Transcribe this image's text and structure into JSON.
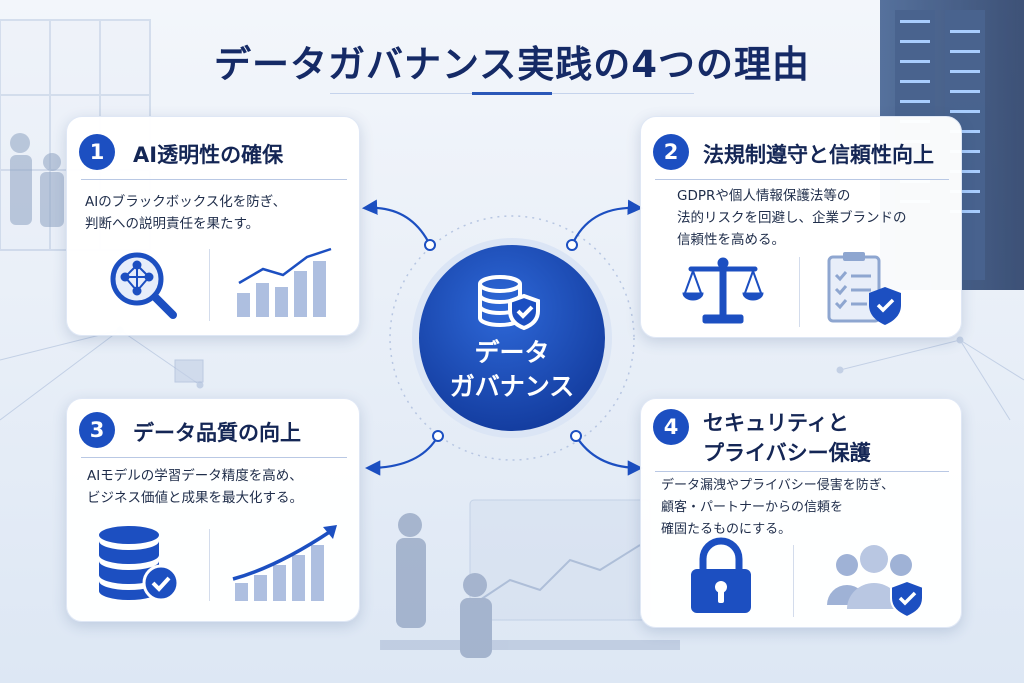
{
  "title": "データガバナンス実践の4つの理由",
  "center": {
    "line1": "データ",
    "line2": "ガバナンス"
  },
  "cards": [
    {
      "number": "1",
      "title": "AI透明性の確保",
      "desc": [
        "AIのブラックボックス化を防ぎ、",
        "判断への説明責任を果たす。"
      ]
    },
    {
      "number": "2",
      "title": "法規制遵守と信頼性向上",
      "desc": [
        "GDPRや個人情報保護法等の",
        "法的リスクを回避し、企業ブランドの",
        "信頼性を高める。"
      ]
    },
    {
      "number": "3",
      "title": "データ品質の向上",
      "desc": [
        "AIモデルの学習データ精度を高め、",
        "ビジネス価値と成果を最大化する。"
      ]
    },
    {
      "number": "4",
      "title": [
        "セキュリティと",
        "プライバシー保護"
      ],
      "desc": [
        "データ漏洩やプライバシー侵害を防ぎ、",
        "顧客・パートナーからの信頼を",
        "確固たるものにする。"
      ]
    }
  ],
  "colors": {
    "primary": "#1c4fc1",
    "navy": "#142655",
    "accent": "#2a57b8",
    "background": "#eef3fa"
  }
}
